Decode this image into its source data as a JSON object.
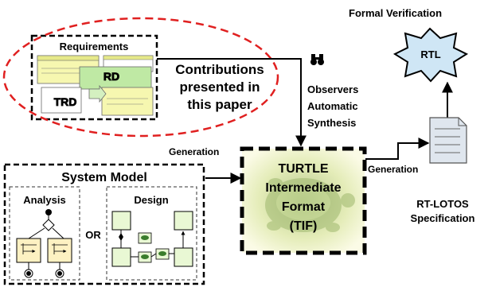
{
  "labels": {
    "formal_verification": "Formal Verification",
    "rtl": "RTL",
    "requirements": "Requirements",
    "rd": "RD",
    "trd": "TRD",
    "contributions": [
      "Contributions",
      "presented in",
      "this paper"
    ],
    "observers": [
      "Observers",
      "Automatic",
      "Synthesis"
    ],
    "generation_left": "Generation",
    "generation_right": "Generation",
    "tif": [
      "TURTLE",
      "Intermediate",
      "Format",
      "(TIF)"
    ],
    "system_model": "System Model",
    "analysis": "Analysis",
    "design": "Design",
    "or": "OR",
    "rtlotos": [
      "RT-LOTOS",
      "Specification"
    ]
  },
  "colors": {
    "contributions_text": "#e02020",
    "ellipse": "#e02020",
    "tif_fill": "#eef3c6",
    "rtl_fill": "#cfe6f5",
    "doc_fill": "#dfe6ee",
    "analysis_fill": "#fdf1c2",
    "design_fill": "#e9f8d4",
    "req_green": "#bfe9a4",
    "req_yellow": "#f6f7b0"
  },
  "icons": {
    "binoculars": "binoculars-icon",
    "turtle": "turtle-icon"
  }
}
